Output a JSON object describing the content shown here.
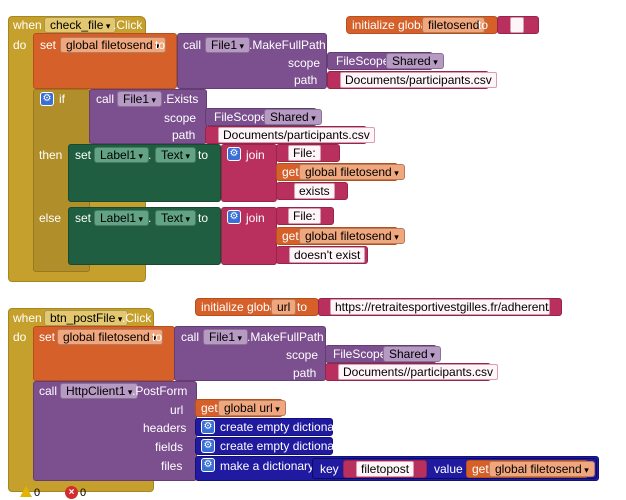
{
  "block1": {
    "when": "when",
    "event_component": "check_file",
    "event_name": ".Click",
    "do": "do",
    "set": "set",
    "set_var": "global filetosend",
    "to": "to",
    "call": "call",
    "file_comp": "File1",
    "makefullpath": ".MakeFullPath",
    "scope_label": "scope",
    "filescope": "FileScope",
    "shared": "Shared",
    "path_label": "path",
    "path_value": "Documents/participants.csv",
    "if": "if",
    "exists": ".Exists",
    "then": "then",
    "else": "else",
    "label_comp": "Label1",
    "dot": ".",
    "text_prop": "Text",
    "join": "join",
    "file_str": "File:",
    "get": "get",
    "get_var": "global filetosend",
    "exists_str": "exists",
    "not_exist_str": "doesn't exist"
  },
  "init1": {
    "label": "initialize global",
    "var_name": "filetosend",
    "to": "to",
    "value": ""
  },
  "init2": {
    "label": "initialize global",
    "var_name": "url",
    "to": "to",
    "value": "https://retraitesportivestgilles.fr/adherent/get..."
  },
  "block2": {
    "when": "when",
    "event_component": "btn_postFile",
    "event_name": ".Click",
    "do": "do",
    "set": "set",
    "set_var": "global filetosend",
    "to": "to",
    "call": "call",
    "file_comp": "File1",
    "makefullpath": ".MakeFullPath",
    "scope_label": "scope",
    "filescope": "FileScope",
    "shared": "Shared",
    "path_label": "path",
    "path_value": "Documents//participants.csv",
    "http_comp": "HttpClient1",
    "postform": ".PostForm",
    "url_label": "url",
    "get": "get",
    "get_url": "global url",
    "headers_label": "headers",
    "fields_label": "fields",
    "files_label": "files",
    "empty_dict": "create empty dictionary",
    "make_dict": "make a dictionary",
    "key_label": "key",
    "key_value": "filetopost",
    "value_label": "value",
    "get_var": "global filetosend"
  },
  "status": {
    "warnings": "0",
    "errors": "0"
  },
  "colors": {
    "event": "#c6a02c",
    "variable": "#d6602a",
    "component": "#7c4f8f",
    "text": "#b9305f",
    "label": "#1f5e40",
    "dictionary": "#1f1aa0"
  }
}
